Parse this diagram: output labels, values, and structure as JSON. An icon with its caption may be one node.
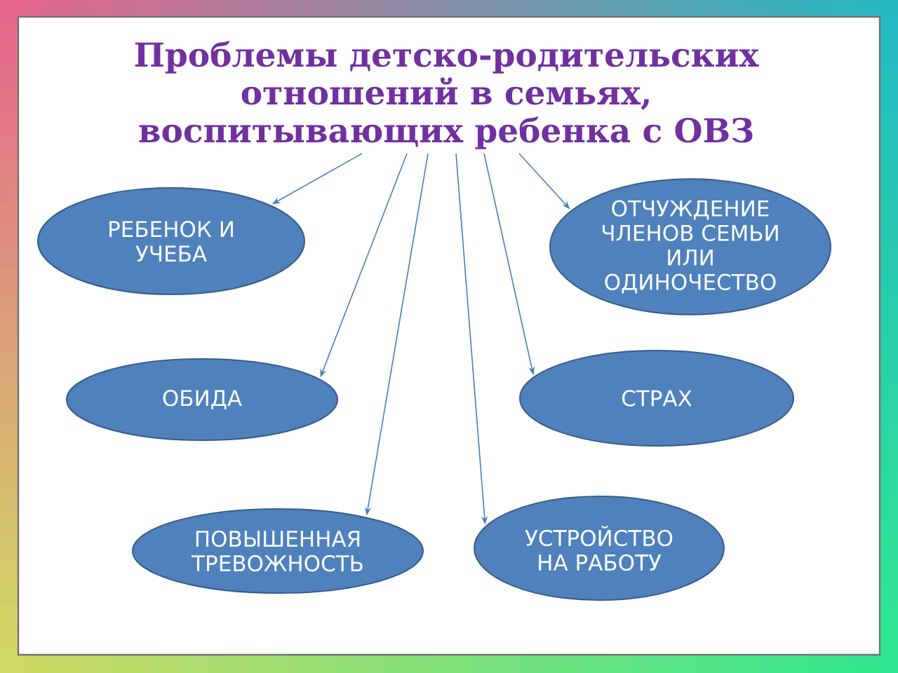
{
  "diagram": {
    "nodes": [
      {
        "text": [
          "Проблемы детско-родительских отношений в семьях, воспитывающих ребенка с ОВЗ"
        ]
      },
      {
        "text": [
          "РЕБЕНОК И УЧЕБА"
        ]
      },
      {
        "text": [
          "ОТЧУЖДЕНИЕ ЧЛЕНОВ СЕМЬИ ИЛИ ОДИНОЧЕСТВО"
        ]
      },
      {
        "text": [
          "ОБИДА"
        ]
      },
      {
        "text": [
          "СТРАХ"
        ]
      },
      {
        "text": [
          "ПОВЫШЕННАЯ ТРЕВОЖНОСТЬ"
        ]
      },
      {
        "text": [
          "УСТРОЙСТВО НА РАБОТУ"
        ]
      }
    ],
    "edges": [
      {
        "from": 0,
        "to": 1,
        "arrow": "to"
      },
      {
        "from": 0,
        "to": 3,
        "arrow": "to"
      },
      {
        "from": 0,
        "to": 5,
        "arrow": "to"
      },
      {
        "from": 0,
        "to": 6,
        "arrow": "to"
      },
      {
        "from": 0,
        "to": 4,
        "arrow": "to"
      },
      {
        "from": 0,
        "to": 2,
        "arrow": "to"
      }
    ]
  }
}
